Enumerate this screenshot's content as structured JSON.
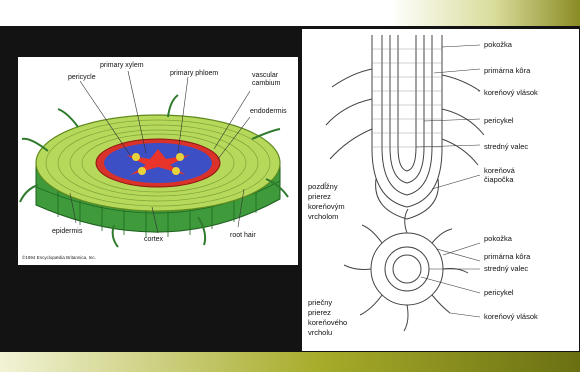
{
  "left_figure": {
    "labels": {
      "primary_xylem": "primary xylem",
      "pericycle": "pericycle",
      "primary_phloem": "primary phloem",
      "vascular_cambium_1": "vascular",
      "vascular_cambium_2": "cambium",
      "endodermis": "endodermis",
      "epidermis": "epidermis",
      "cortex": "cortex",
      "root_hair": "root hair"
    },
    "copyright": "©1994 Encyclopædia Britannica, Inc."
  },
  "right_figure": {
    "upper_labels": {
      "pokozka": "pokožka",
      "primarna_kora": "primárna kôra",
      "korenovy_vlasok": "koreňový vlások",
      "pericykel": "pericykel",
      "stredny_valec": "stredný valec",
      "korenova_1": "koreňová",
      "korenova_2": "čiapočka"
    },
    "upper_caption": [
      "pozdĺžny",
      "prierez",
      "koreňovým",
      "vrcholom"
    ],
    "lower_labels": {
      "pokozka": "pokožka",
      "primarna_kora": "primárna kôra",
      "stredny_valec": "stredný valec",
      "pericykel": "pericykel",
      "korenovy_vlasok": "koreňový vlások"
    },
    "lower_caption": [
      "priečny",
      "prierez",
      "koreňového",
      "vrcholu"
    ]
  },
  "colors": {
    "background": "#131313",
    "accent_olive": "#8a8b24",
    "cortex_green": "#b7d95b",
    "epidermis_green": "#3e9a3b",
    "phloem_blue": "#3d4fc4",
    "xylem_red": "#d9322a"
  }
}
